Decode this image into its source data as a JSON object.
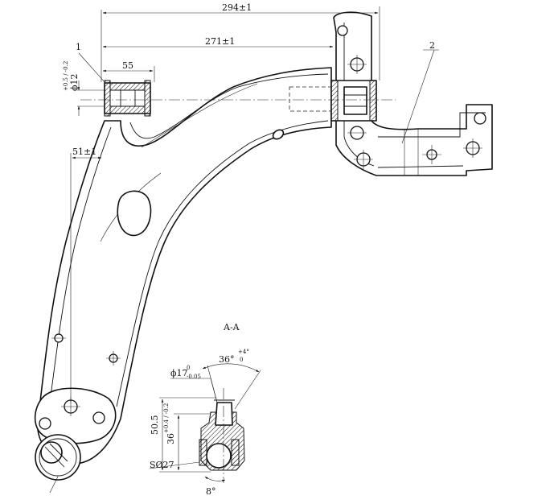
{
  "dimensions": {
    "overall_length": "294±1",
    "pivot_length": "271±1",
    "bushing_length": "55",
    "bushing_offset": "51±1",
    "bushing_diameter_main": "ϕ12",
    "bushing_diameter_tol": "+0.5 / -0.2"
  },
  "callouts": {
    "bushing_part": "1",
    "bracket_part": "2"
  },
  "section": {
    "title": "A-A",
    "taper_angle": "36°",
    "taper_angle_tol_upper": "+4°",
    "taper_angle_tol_lower": "0",
    "stud_diameter": "ϕ17",
    "stud_diameter_tol_upper": "0",
    "stud_diameter_tol_lower": "-0.05",
    "height_total": "50.5",
    "height_ball": "36",
    "height_ball_tol": "+0.4 / -0.2",
    "ball_diameter": "SØ27",
    "tilt_angle": "8°"
  }
}
